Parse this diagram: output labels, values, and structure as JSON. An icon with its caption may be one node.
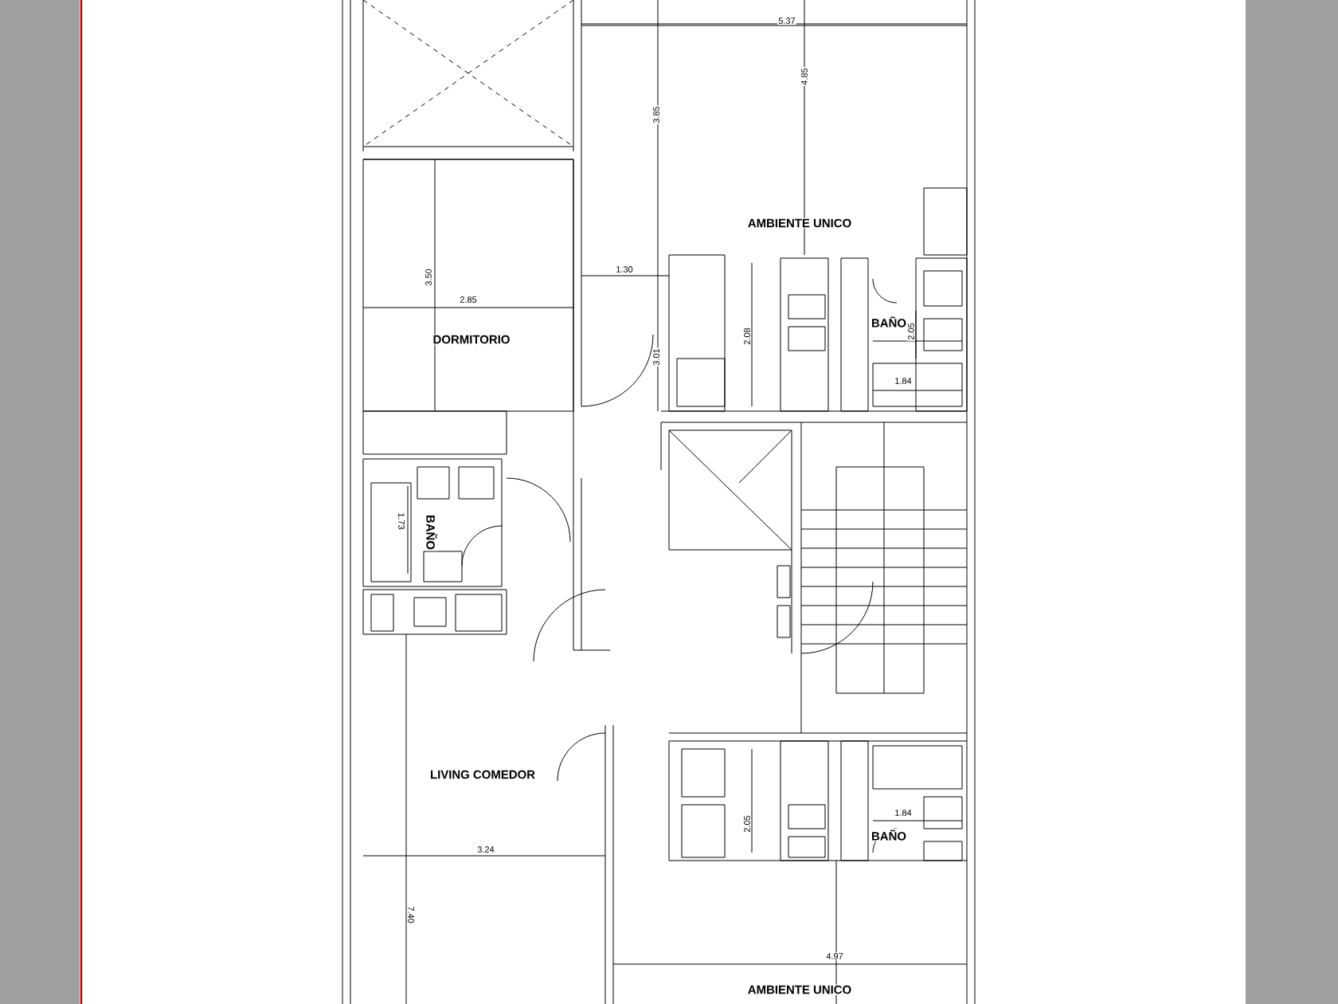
{
  "diagram": {
    "labels": [
      "5.37",
      "3.85",
      "4.85",
      "AMBIENTE UNICO",
      "3.50",
      "2.85",
      "1.30",
      "BAÑO",
      "2.05",
      "2.08",
      "3.01",
      "DORMITORIO",
      "1.84",
      "1.73",
      "BAÑO",
      "LIVING COMEDOR",
      "2.05",
      "1.84",
      "BAÑO",
      "3.24",
      "7.40",
      "4.97",
      "AMBIENTE UNICO"
    ]
  }
}
